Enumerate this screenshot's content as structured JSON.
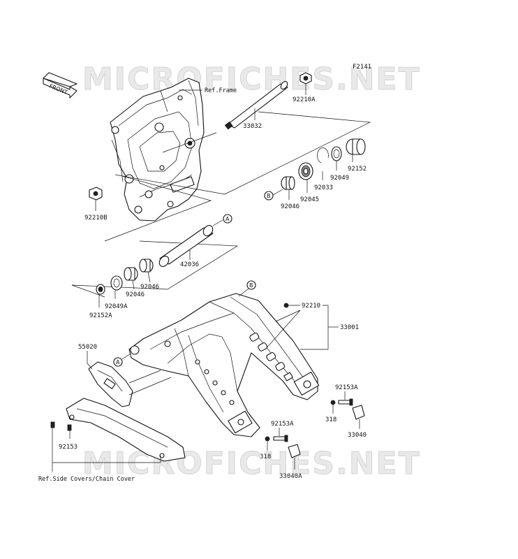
{
  "figure_code": "F2141",
  "watermark": "MICROFICHES.NET",
  "front_label": "FRONT",
  "refs": {
    "frame": "Ref.Frame",
    "side_covers": "Ref.Side Covers/Chain Cover"
  },
  "markers": {
    "a": "A",
    "b": "B"
  },
  "parts": {
    "p92210A": "92210A",
    "p33032": "33032",
    "p92210B": "92210B",
    "p92152": "92152",
    "p92049": "92049",
    "p92033": "92033",
    "p92045": "92045",
    "p92046_top": "92046",
    "p42036": "42036",
    "p92046_right": "92046",
    "p92046_left": "92046",
    "p92049A": "92049A",
    "p92152A": "92152A",
    "p92210": "92210",
    "p33001": "33001",
    "p55020": "55020",
    "p92153A_right": "92153A",
    "p318_right": "318",
    "p33040": "33040",
    "p92153A_bottom": "92153A",
    "p318_bottom": "318",
    "p33040A": "33040A",
    "p92153": "92153"
  }
}
